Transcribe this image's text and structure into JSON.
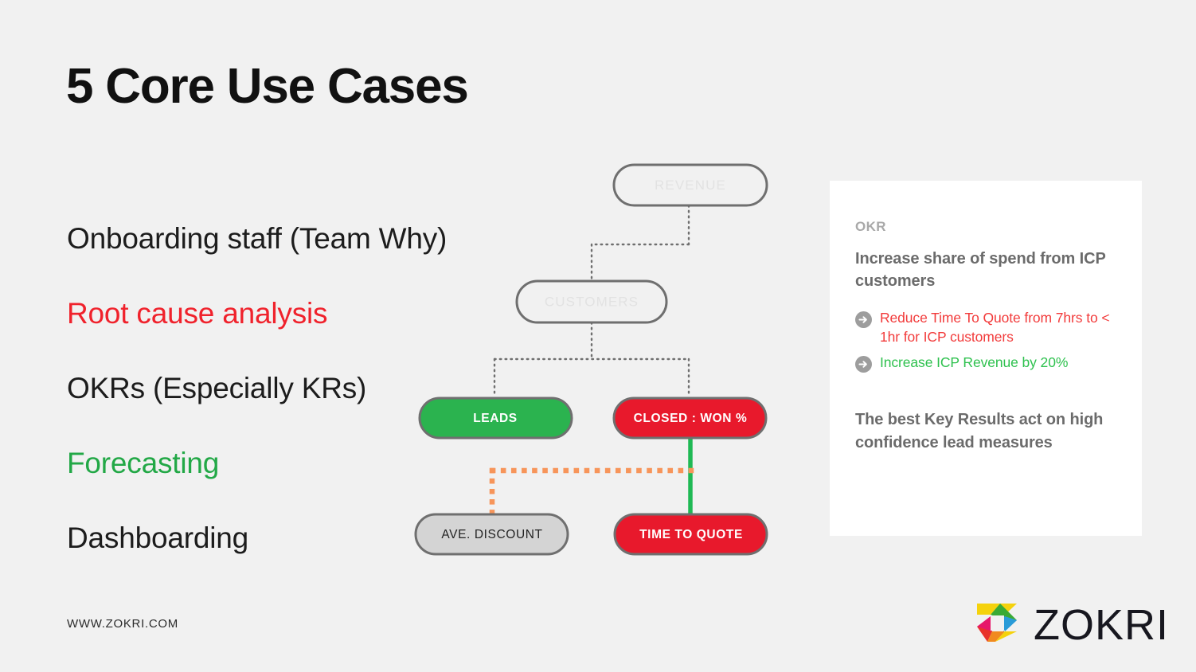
{
  "slide": {
    "title": "5 Core Use Cases",
    "background_color": "#f1f1f1"
  },
  "use_cases": [
    {
      "label": "Onboarding staff (Team Why)",
      "color": "#1c1c1c"
    },
    {
      "label": "Root cause analysis",
      "color": "#f0222c"
    },
    {
      "label": "OKRs (Especially KRs)",
      "color": "#1c1c1c"
    },
    {
      "label": "Forecasting",
      "color": "#22a846"
    },
    {
      "label": "Dashboarding",
      "color": "#1c1c1c"
    }
  ],
  "diagram": {
    "nodes": [
      {
        "id": "revenue",
        "label": "REVENUE",
        "style": "ghost"
      },
      {
        "id": "customers",
        "label": "CUSTOMERS",
        "style": "ghost"
      },
      {
        "id": "leads",
        "label": "LEADS",
        "style": "green"
      },
      {
        "id": "closed",
        "label": "CLOSED : WON %",
        "style": "red"
      },
      {
        "id": "discount",
        "label": "AVE. DISCOUNT",
        "style": "grey"
      },
      {
        "id": "quote",
        "label": "TIME TO QUOTE",
        "style": "red"
      }
    ],
    "colors": {
      "green": "#2bb34f",
      "red": "#e8192c",
      "grey_fill": "#d4d4d4",
      "node_border": "#6f6f6f",
      "ghost_text": "#e2e2e2",
      "tree_line": "#6f6f6f",
      "orange_link": "#f7955a",
      "green_link": "#1fb954"
    },
    "connectors": [
      {
        "from": "revenue",
        "to": "customers",
        "style": "dotted-grey"
      },
      {
        "from": "customers",
        "to": "leads",
        "style": "dotted-grey"
      },
      {
        "from": "customers",
        "to": "closed",
        "style": "dotted-grey"
      },
      {
        "from": "closed",
        "to": "quote",
        "style": "solid-green"
      },
      {
        "from": "closed",
        "to": "discount",
        "style": "dotted-orange"
      }
    ]
  },
  "okr_card": {
    "eyebrow": "OKR",
    "objective": "Increase share of spend from ICP customers",
    "key_results": [
      {
        "text": "Reduce Time To Quote from 7hrs to < 1hr for ICP customers",
        "tone": "red",
        "icon": "arrow-right-circle-icon"
      },
      {
        "text": "Increase ICP Revenue by 20%",
        "tone": "green",
        "icon": "arrow-right-circle-icon"
      }
    ],
    "footnote": "The best Key Results act on high confidence lead measures"
  },
  "footer": {
    "url": "WWW.ZOKRI.COM",
    "brand": "ZOKRI",
    "logo_colors": {
      "yellow": "#f5d20c",
      "green": "#3aaa35",
      "blue": "#2a9bd8",
      "magenta": "#e6176a",
      "red": "#e8322a",
      "orange": "#f18a1e"
    }
  }
}
